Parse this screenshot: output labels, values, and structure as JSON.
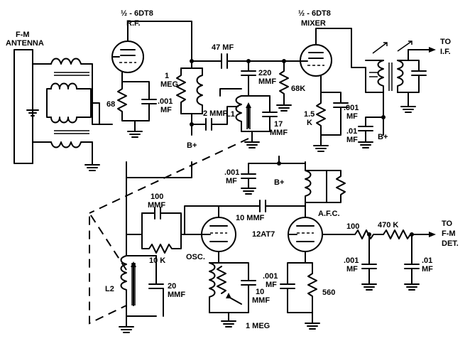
{
  "labels": {
    "rf_tube_a": "½ - 6DT8",
    "rf_tube_b": "R.F.",
    "mixer_tube_a": "½ - 6DT8",
    "mixer_tube_b": "MIXER",
    "antenna_a": "F-M",
    "antenna_b": "ANTENNA",
    "to_if_a": "TO",
    "to_if_b": "I.F.",
    "to_det_a": "TO",
    "to_det_b": "F-M",
    "to_det_c": "DET.",
    "c_47mf": "47 MF",
    "c_220_a": "220",
    "c_220_b": "MMF",
    "r_1meg_a": "1",
    "r_1meg_b": "MEG",
    "c_001_rf_a": ".001",
    "c_001_rf_b": "MF",
    "r_68": "68",
    "c_2mmf": "2 MMF",
    "bplus_rf": "B+",
    "l1": "L1",
    "c_17_a": "17",
    "c_17_b": "MMF",
    "r_68k": "68K",
    "r_15k_a": "1.5",
    "r_15k_b": "K",
    "c_001_mix_a": ".001",
    "c_001_mix_b": "MF",
    "c_01_mix_a": ".01",
    "c_01_mix_b": "MF",
    "bplus_mix": "B+",
    "c_001_afc_a": ".001",
    "c_001_afc_b": "MF",
    "bplus_afc": "B+",
    "c_100_a": "100",
    "c_100_b": "MMF",
    "c_10mmf_mid": "10 MMF",
    "afc": "A.F.C.",
    "tube_12at7": "12AT7",
    "r_10k_a": "10 K",
    "osc": "OSC.",
    "r_100": "100",
    "r_470k": "470 K",
    "c_001_out_a": ".001",
    "c_001_out_b": "MF",
    "c_01_out_a": ".01",
    "c_01_out_b": "MF",
    "l2": "L2",
    "c_20_a": "20",
    "c_20_b": "MMF",
    "c_10_osc_a": "10",
    "c_10_osc_b": "MMF",
    "r_1meg_osc": "1 MEG",
    "c_001_cath_a": ".001",
    "c_001_cath_b": "MF",
    "r_560": "560"
  }
}
